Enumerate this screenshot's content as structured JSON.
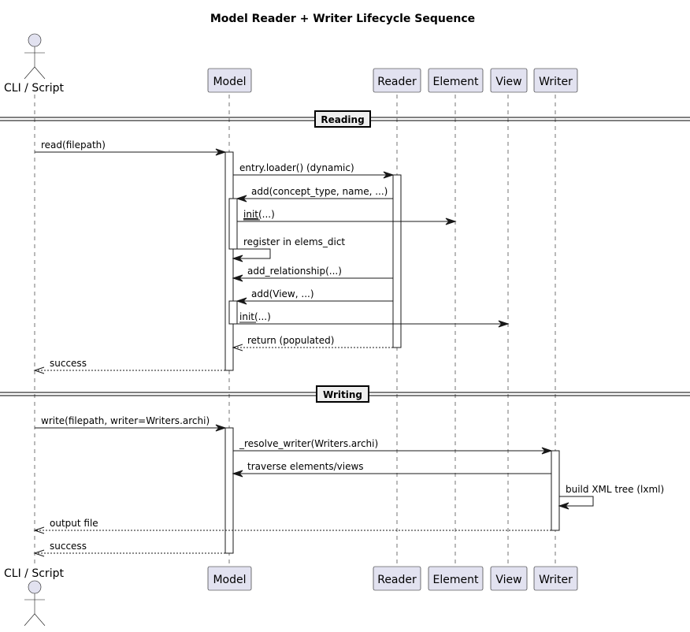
{
  "diagram": {
    "title": "Model Reader + Writer Lifecycle Sequence",
    "actor": "CLI / Script",
    "participants": [
      "Model",
      "Reader",
      "Element",
      "View",
      "Writer"
    ],
    "sections": {
      "reading": "Reading",
      "writing": "Writing"
    },
    "messages": {
      "m1": "read(filepath)",
      "m2": "entry.loader() (dynamic)",
      "m3": "add(concept_type, name, ...)",
      "m4a": "init",
      "m4b": "(...)",
      "m5": "register in elems_dict",
      "m6": "add_relationship(...)",
      "m7": "add(View, ...)",
      "m8a": "init",
      "m8b": "(...)",
      "m9": "return (populated)",
      "m10": "success",
      "m11": "write(filepath, writer=Writers.archi)",
      "m12": "_resolve_writer(Writers.archi)",
      "m13": "traverse elements/views",
      "m14": "build XML tree (lxml)",
      "m15": "output file",
      "m16": "success"
    }
  }
}
